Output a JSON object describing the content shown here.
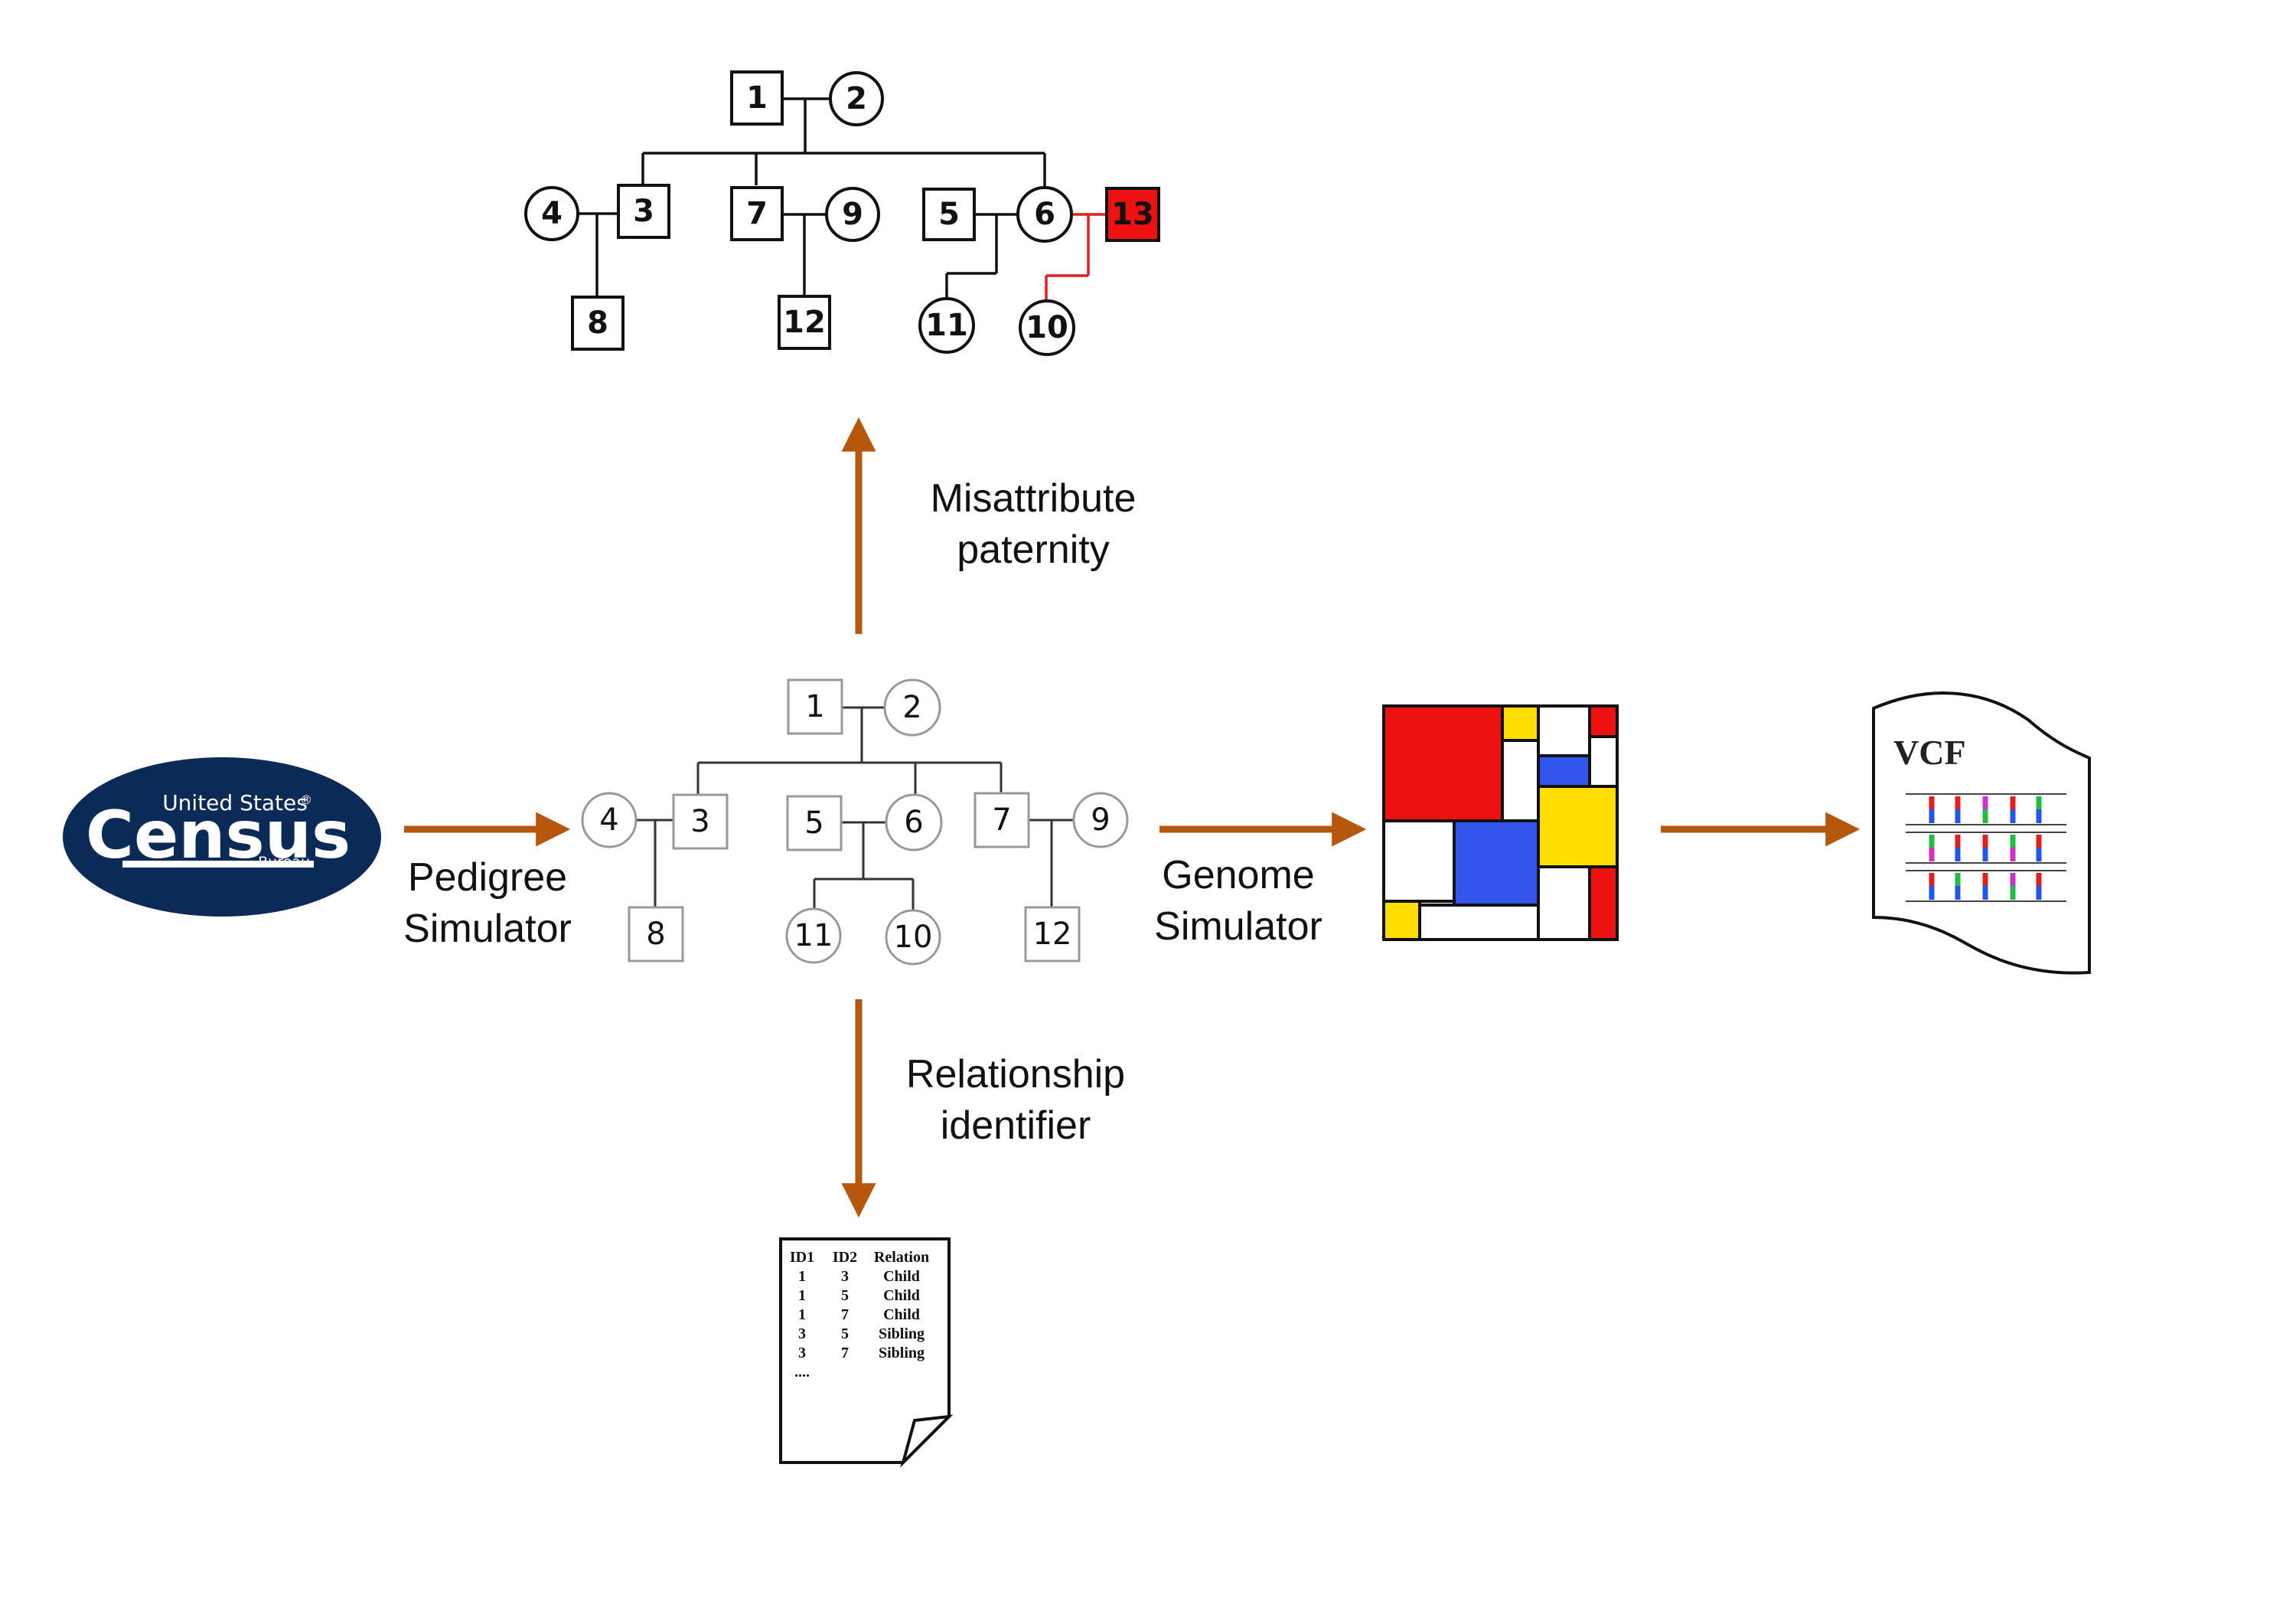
{
  "colors": {
    "arrow": "#b5570c",
    "paternity_line": "#e02020",
    "census_blue": "#0b2a55",
    "mondrian_red": "#ee1111",
    "mondrian_yellow": "#ffdd00",
    "mondrian_blue": "#3355ee"
  },
  "logo": {
    "top": "United States",
    "reg": "®",
    "main": "Census",
    "bottom": "Bureau"
  },
  "labels": {
    "pedigree_simulator": [
      "Pedigree",
      "Simulator"
    ],
    "genome_simulator": [
      "Genome",
      "Simulator"
    ],
    "misattribute": [
      "Misattribute",
      "paternity"
    ],
    "relationship": [
      "Relationship",
      "identifier"
    ],
    "vcf": "VCF"
  },
  "center_pedigree": {
    "nodes": [
      {
        "id": "1",
        "shape": "square"
      },
      {
        "id": "2",
        "shape": "circle"
      },
      {
        "id": "4",
        "shape": "circle"
      },
      {
        "id": "3",
        "shape": "square"
      },
      {
        "id": "5",
        "shape": "square"
      },
      {
        "id": "6",
        "shape": "circle"
      },
      {
        "id": "7",
        "shape": "square"
      },
      {
        "id": "9",
        "shape": "circle"
      },
      {
        "id": "8",
        "shape": "square"
      },
      {
        "id": "11",
        "shape": "circle"
      },
      {
        "id": "10",
        "shape": "circle"
      },
      {
        "id": "12",
        "shape": "square"
      }
    ]
  },
  "top_pedigree": {
    "nodes": [
      {
        "id": "1",
        "shape": "square"
      },
      {
        "id": "2",
        "shape": "circle"
      },
      {
        "id": "4",
        "shape": "circle"
      },
      {
        "id": "3",
        "shape": "square"
      },
      {
        "id": "7",
        "shape": "square"
      },
      {
        "id": "9",
        "shape": "circle"
      },
      {
        "id": "5",
        "shape": "square"
      },
      {
        "id": "6",
        "shape": "circle"
      },
      {
        "id": "13",
        "shape": "square",
        "highlight": true
      },
      {
        "id": "8",
        "shape": "square"
      },
      {
        "id": "12",
        "shape": "square"
      },
      {
        "id": "11",
        "shape": "circle"
      },
      {
        "id": "10",
        "shape": "circle"
      }
    ]
  },
  "relation_table": {
    "headers": [
      "ID1",
      "ID2",
      "Relation"
    ],
    "rows": [
      [
        "1",
        "3",
        "Child"
      ],
      [
        "1",
        "5",
        "Child"
      ],
      [
        "1",
        "7",
        "Child"
      ],
      [
        "3",
        "5",
        "Sibling"
      ],
      [
        "3",
        "7",
        "Sibling"
      ]
    ],
    "ellipsis": "...."
  }
}
